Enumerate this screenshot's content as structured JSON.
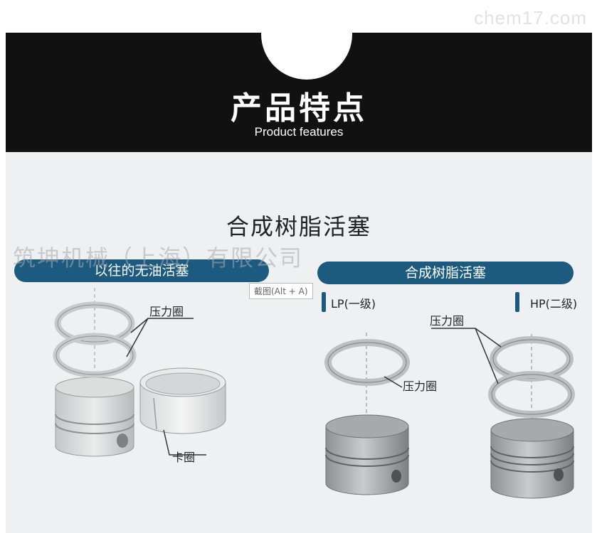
{
  "watermark_top": "chem17.com",
  "banner": {
    "title": "产品特点",
    "subtitle": "Product features"
  },
  "section_title": "合成树脂活塞",
  "left": {
    "pill": "以往的无油活塞",
    "label_pressure_ring": "压力圈",
    "label_snap_ring": "卡圈"
  },
  "right": {
    "pill": "合成树脂活塞",
    "lp_label": "LP(一级)",
    "hp_label": "HP(二级)",
    "label_pressure_ring_lp": "压力圈",
    "label_pressure_ring_hp": "压力圈"
  },
  "watermark_mid": "筑坤机械（上海）有限公司",
  "tooltip": "截图(Alt + A)",
  "colors": {
    "accent": "#1c5a80",
    "banner": "#111111",
    "panel": "#eef0f2"
  }
}
